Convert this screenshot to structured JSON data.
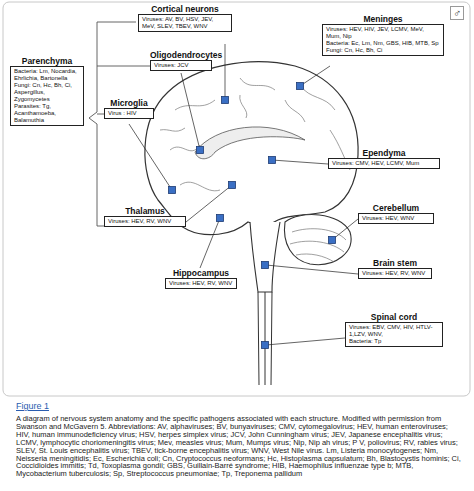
{
  "diagram": {
    "caption": "A diagram of nervous system anatomy and the specific pathogens associated with each structure. Modified with permission from Swanson and McGavern 5. Abbreviations: AV, alphaviruses; BV, bunyaviruses; CMV, cytomegalovirus; HEV, human enteroviruses; HIV, human immunodeficiency virus; HSV, herpes simplex virus; JCV, John Cunningham virus; JEV, Japanese encephalitis virus; LCMV, lymphocytic choriomeningitis virus; Mev, measles virus; Mum, Mumps virus; Nip, Nip ah virus; P V, poliovirus; RV, rabies virus; SLEV, St. Louis encephalitis virus; TBEV, tick-borne encephalitis virus; WNV, West Nile virus. Lm, Listeria monocytogenes; Nm, Neisseria meningitidis; Ec, Escherichia coli; Cn, Cryptococcus neoformans; Hc, Histoplasma capsulatum; Bh, Blastocystis hominis; Ci, Coccidioides immitis; Td, Toxoplasma gondii; GBS, Guillain-Barré syndrome; HIB, Haemophilus influenzae type b; MTB, Mycobacterium tuberculosis; Sp, Streptococcus pneumoniae; Tp, Treponema pallidum",
    "nodes": [
      {
        "text": [
          "Parenchyma",
          "Bacteria: Lm, Nocardia, Ehrlichia, Bartonella",
          "Fungi: Cn, Hc, Bh, Ci, Aspergillus, Zygomycetes",
          "Parasites: Tg, Acanthamoeba, Balamuthia"
        ]
      },
      {
        "text": [
          "Cortical neurons",
          "Viruses: AV, BV, HSV, JEV, MeV, SLEV, TBEV, WNV"
        ]
      },
      {
        "text": [
          "Meninges",
          "Viruses: HEV, HIV, JEV, LCMV, MeV, Mum, Nip",
          "Bacteria: Ec, Lm, Nm, GBS, HIB, MTB, Sp",
          "Fungi: Cn, Hc, Bh, Ci"
        ]
      },
      {
        "text": [
          "Oligodendrocytes",
          "Viruses: JCV"
        ]
      },
      {
        "text": [
          "Microglia",
          "Virus : HIV"
        ]
      },
      {
        "text": [
          "Ependyma",
          "Viruses: CMV, HEV, LCMV, Mum"
        ]
      },
      {
        "text": [
          "Cerebellum",
          "Viruses: HEV, WNV"
        ]
      },
      {
        "text": [
          "Thalamus",
          "Viruses: HEV, RV, WNV"
        ]
      },
      {
        "text": [
          "Brain stem",
          "Viruses: HEV, RV, WNV"
        ]
      },
      {
        "text": [
          "Hippocampus",
          "Viruses: HEV, RV, WNV"
        ]
      },
      {
        "text": [
          "Spinal cord",
          "Viruses: EBV, CMV, HIV, HTLV-1,LZV, WNV,",
          "Bacteria: Tp"
        ]
      }
    ],
    "labels": [
      "♂",
      "Figure 1"
    ]
  }
}
